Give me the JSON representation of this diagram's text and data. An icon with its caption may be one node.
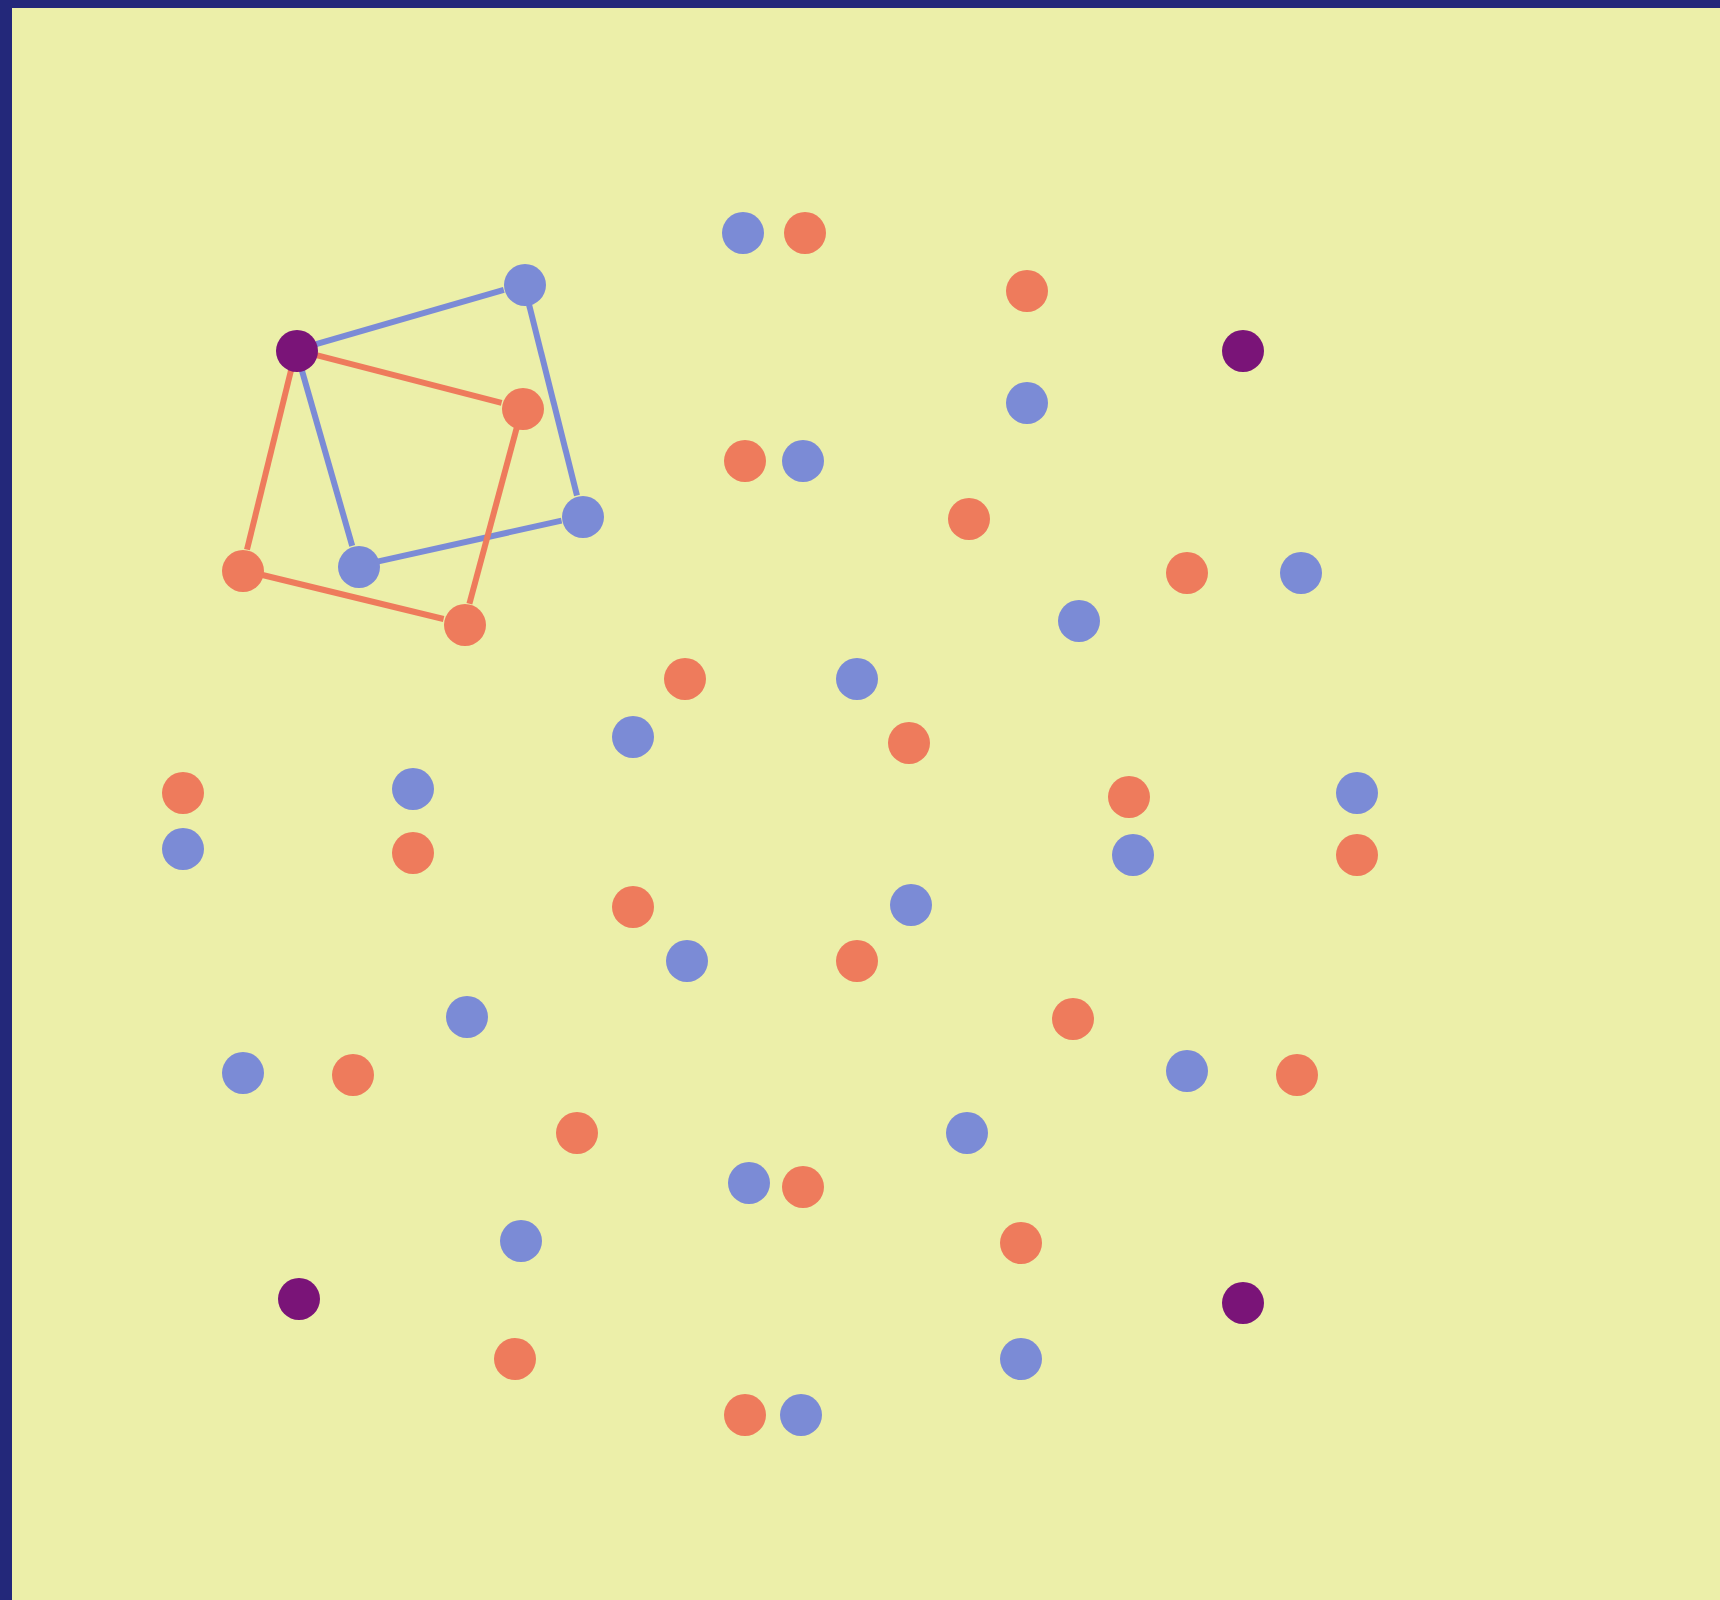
{
  "diagram": {
    "nodes": [
      {
        "text": [],
        "shape": "circle"
      },
      {
        "text": [],
        "shape": "circle"
      },
      {
        "text": [],
        "shape": "circle"
      },
      {
        "text": [],
        "shape": "circle"
      },
      {
        "text": [],
        "shape": "circle"
      },
      {
        "text": [],
        "shape": "circle"
      },
      {
        "text": [],
        "shape": "circle"
      },
      {
        "text": [],
        "shape": "circle"
      },
      {
        "text": [],
        "shape": "circle"
      },
      {
        "text": [],
        "shape": "circle"
      },
      {
        "text": [],
        "shape": "circle"
      },
      {
        "text": [],
        "shape": "circle"
      },
      {
        "text": [],
        "shape": "circle"
      },
      {
        "text": [],
        "shape": "circle"
      },
      {
        "text": [],
        "shape": "circle"
      },
      {
        "text": [],
        "shape": "circle"
      },
      {
        "text": [],
        "shape": "circle"
      },
      {
        "text": [],
        "shape": "circle"
      },
      {
        "text": [],
        "shape": "circle"
      },
      {
        "text": [],
        "shape": "circle"
      },
      {
        "text": [],
        "shape": "circle"
      },
      {
        "text": [],
        "shape": "circle"
      },
      {
        "text": [],
        "shape": "circle"
      },
      {
        "text": [],
        "shape": "circle"
      },
      {
        "text": [],
        "shape": "circle"
      },
      {
        "text": [],
        "shape": "circle"
      },
      {
        "text": [],
        "shape": "circle"
      },
      {
        "text": [],
        "shape": "circle"
      },
      {
        "text": [],
        "shape": "circle"
      },
      {
        "text": [],
        "shape": "circle"
      },
      {
        "text": [],
        "shape": "circle"
      },
      {
        "text": [],
        "shape": "circle"
      },
      {
        "text": [],
        "shape": "circle"
      },
      {
        "text": [],
        "shape": "circle"
      },
      {
        "text": [],
        "shape": "circle"
      },
      {
        "text": [],
        "shape": "circle"
      },
      {
        "text": [],
        "shape": "circle"
      },
      {
        "text": [],
        "shape": "circle"
      },
      {
        "text": [],
        "shape": "circle"
      },
      {
        "text": [],
        "shape": "circle"
      },
      {
        "text": [],
        "shape": "circle"
      },
      {
        "text": [],
        "shape": "circle"
      },
      {
        "text": [],
        "shape": "circle"
      },
      {
        "text": [],
        "shape": "circle"
      },
      {
        "text": [],
        "shape": "circle"
      },
      {
        "text": [],
        "shape": "circle"
      },
      {
        "text": [],
        "shape": "circle"
      },
      {
        "text": [],
        "shape": "circle"
      },
      {
        "text": [],
        "shape": "circle"
      },
      {
        "text": [],
        "shape": "circle"
      },
      {
        "text": [],
        "shape": "circle"
      },
      {
        "text": [],
        "shape": "circle"
      }
    ],
    "edges": [
      {
        "from": 4,
        "to": 2,
        "arrow": "none",
        "color": "#7b8bd6"
      },
      {
        "from": 2,
        "to": 10,
        "arrow": "none",
        "color": "#7b8bd6"
      },
      {
        "from": 10,
        "to": 13,
        "arrow": "none",
        "color": "#7b8bd6"
      },
      {
        "from": 13,
        "to": 4,
        "arrow": "none",
        "color": "#7b8bd6"
      },
      {
        "from": 4,
        "to": 6,
        "arrow": "none",
        "color": "#ee7b5c"
      },
      {
        "from": 6,
        "to": 16,
        "arrow": "none",
        "color": "#ee7b5c"
      },
      {
        "from": 16,
        "to": 12,
        "arrow": "none",
        "color": "#ee7b5c"
      },
      {
        "from": 12,
        "to": 4,
        "arrow": "none",
        "color": "#ee7b5c"
      }
    ]
  }
}
